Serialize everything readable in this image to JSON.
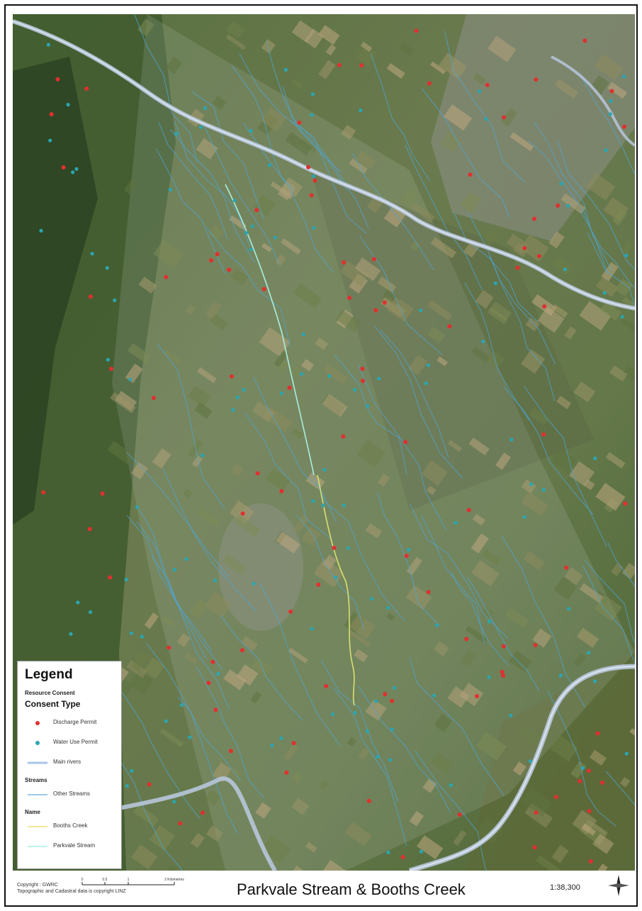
{
  "map": {
    "title": "Parkvale Stream & Booths Creek",
    "scale": "1:38,300",
    "copyright_line1": "Copyright : GWRC",
    "copyright_line2": "Topographic and Cadastral data is copyright LINZ",
    "scalebar_ticks": [
      "0",
      "0.5",
      "1",
      "2 Kilometres"
    ]
  },
  "legend": {
    "title": "Legend",
    "group1": "Resource Consent",
    "subgroup1": "Consent Type",
    "items1": [
      {
        "label": "Discharge Permit",
        "symbol": "red-dot-icon",
        "color": "#e03030"
      },
      {
        "label": "Water Use Permit",
        "symbol": "teal-dot-icon",
        "color": "#2aa6b0"
      },
      {
        "label": "Main rivers",
        "symbol": "main-river-line-icon",
        "color": "#a9c6e8"
      }
    ],
    "group2": "Streams",
    "items2": [
      {
        "label": "Other Streams",
        "symbol": "stream-line-icon",
        "color": "#7bb9e0"
      }
    ],
    "group3": "Name",
    "items3": [
      {
        "label": "Booths Creek",
        "symbol": "booths-creek-line-icon",
        "color": "#e8e070"
      },
      {
        "label": "Parkvale Stream",
        "symbol": "parkvale-line-icon",
        "color": "#a8f0e0"
      }
    ]
  },
  "colors": {
    "discharge": "#e03030",
    "water_use": "#2aa6b0",
    "river": "#b8c8dc",
    "stream": "#4fa6d6",
    "booths": "#d8e070"
  }
}
